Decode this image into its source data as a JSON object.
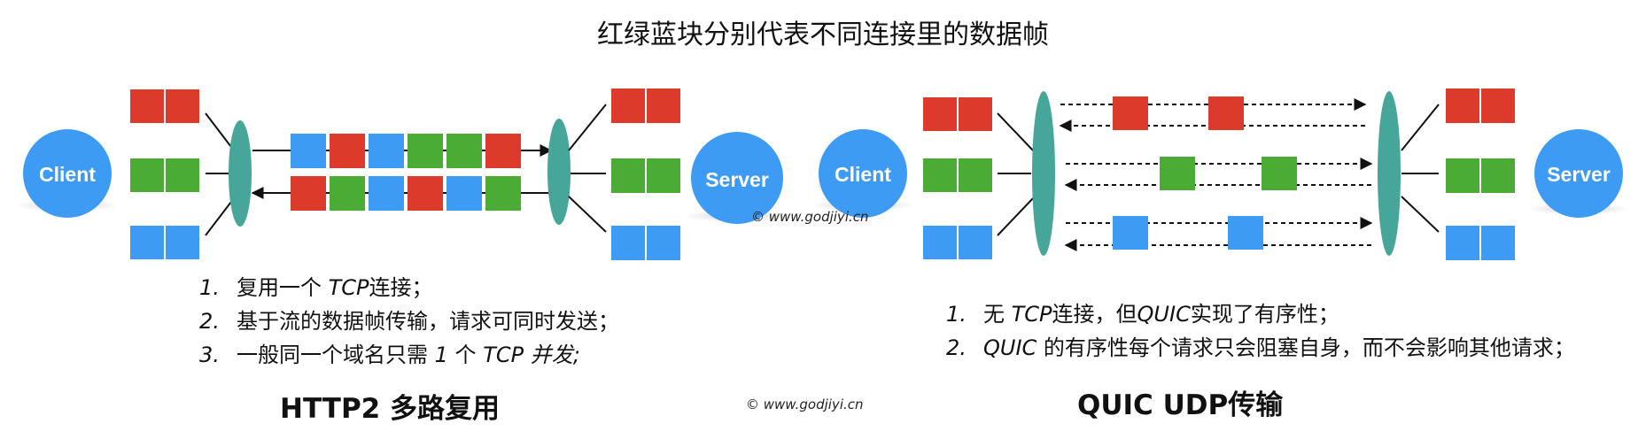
{
  "title": "红绿蓝块分别代表不同连接里的数据帧",
  "colors": {
    "red": "#dc3a2b",
    "green": "#4aac34",
    "blue": "#3e9bf3",
    "teal": "#47a69a",
    "client": "#3e9bf3"
  },
  "http2": {
    "client_label": "Client",
    "server_label": "Server",
    "points": {
      "p1_num": "1.",
      "p1_a": "复用一个 ",
      "p1_b": "TCP",
      "p1_c": "连接；",
      "p2_num": "2.",
      "p2_text": "基于流的数据帧传输，请求可同时发送；",
      "p3_num": "3.",
      "p3_a": "一般同一个域名只需 ",
      "p3_b": "1",
      "p3_c": " 个 ",
      "p3_d": "TCP",
      "p3_e": " 并发;"
    },
    "caption": "HTTP2 多路复用"
  },
  "quic": {
    "client_label": "Client",
    "server_label": "Server",
    "points": {
      "p1_num": "1.",
      "p1_a": "无 ",
      "p1_b": "TCP",
      "p1_c": "连接，但",
      "p1_d": "QUIC",
      "p1_e": "实现了有序性；",
      "p2_num": "2.",
      "p2_a": "QUIC",
      "p2_b": " 的有序性每个请求只会阻塞自身，而不会影响其他请求；"
    },
    "caption": "QUIC UDP传输"
  },
  "watermark": "© www.godjiyi.cn"
}
